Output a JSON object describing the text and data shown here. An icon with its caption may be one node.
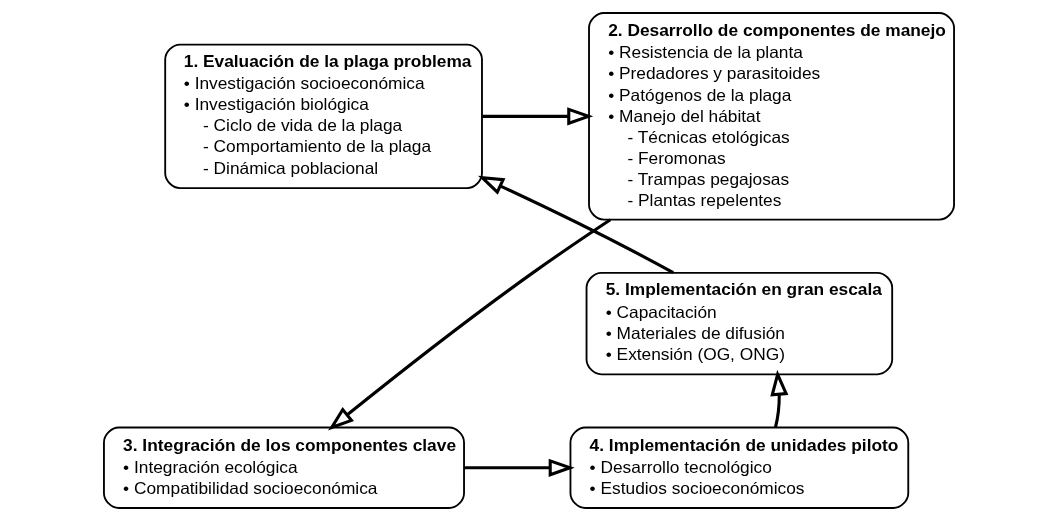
{
  "diagram": {
    "nodes": [
      {
        "text": [
          "1. Evaluación de la plaga problema",
          "• Investigación socioeconómica",
          "• Investigación biológica",
          "- Ciclo de vida de la plaga",
          "- Comportamiento de la plaga",
          "- Dinámica poblacional"
        ]
      },
      {
        "text": [
          "2. Desarrollo de componentes de manejo",
          "• Resistencia de la planta",
          "• Predadores y parasitoides",
          "• Patógenos de la plaga",
          "• Manejo del hábitat",
          "- Técnicas etológicas",
          "- Feromonas",
          "- Trampas pegajosas",
          "- Plantas repelentes"
        ]
      },
      {
        "text": [
          "3. Integración de los componentes clave",
          "• Integración ecológica",
          "• Compatibilidad socioeconómica"
        ]
      },
      {
        "text": [
          "4. Implementación de unidades piloto",
          "• Desarrollo tecnológico",
          "• Estudios socioeconómicos"
        ]
      },
      {
        "text": [
          "5. Implementación en gran escala",
          "• Capacitación",
          "• Materiales de difusión",
          "• Extensión (OG, ONG)"
        ]
      }
    ],
    "edges": [
      {
        "from": 0,
        "to": 1,
        "arrow": "to"
      },
      {
        "from": 1,
        "to": 2,
        "arrow": "to"
      },
      {
        "from": 2,
        "to": 3,
        "arrow": "to"
      },
      {
        "from": 3,
        "to": 4,
        "arrow": "to"
      },
      {
        "from": 4,
        "to": 0,
        "arrow": "to"
      }
    ]
  }
}
